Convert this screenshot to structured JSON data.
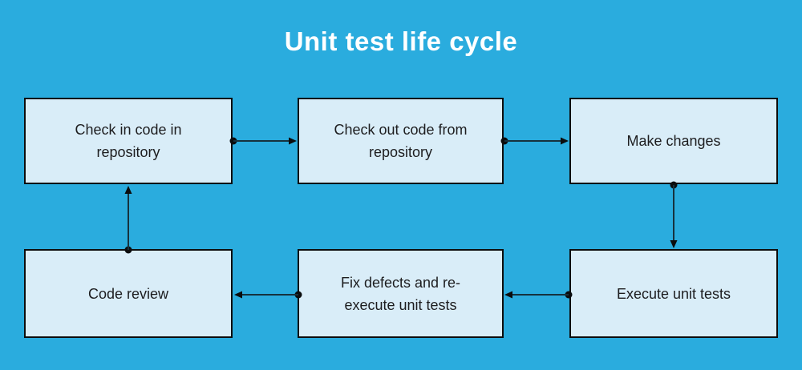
{
  "title": "Unit test life cycle",
  "colors": {
    "background": "#2aacde",
    "box_fill": "#d9edf8",
    "box_border": "#0d0d0d",
    "box_text": "#1d1d1f",
    "arrow": "#16323e",
    "arrow_head": "#0b0d0e",
    "title_text": "#ffffff"
  },
  "diagram": {
    "type": "flowchart-cycle",
    "nodes": [
      {
        "id": "check-in-code",
        "label": "Check in code in\nrepository"
      },
      {
        "id": "check-out-code",
        "label": "Check out code from\nrepository"
      },
      {
        "id": "make-changes",
        "label": "Make changes"
      },
      {
        "id": "code-review",
        "label": "Code review"
      },
      {
        "id": "fix-defects",
        "label": "Fix defects and re-\nexecute unit tests"
      },
      {
        "id": "execute-tests",
        "label": "Execute unit tests"
      }
    ],
    "edges": [
      {
        "from": "check-in-code",
        "to": "check-out-code",
        "direction": "right"
      },
      {
        "from": "check-out-code",
        "to": "make-changes",
        "direction": "right"
      },
      {
        "from": "make-changes",
        "to": "execute-tests",
        "direction": "down"
      },
      {
        "from": "execute-tests",
        "to": "fix-defects",
        "direction": "left"
      },
      {
        "from": "fix-defects",
        "to": "code-review",
        "direction": "left"
      },
      {
        "from": "code-review",
        "to": "check-in-code",
        "direction": "up"
      }
    ]
  }
}
